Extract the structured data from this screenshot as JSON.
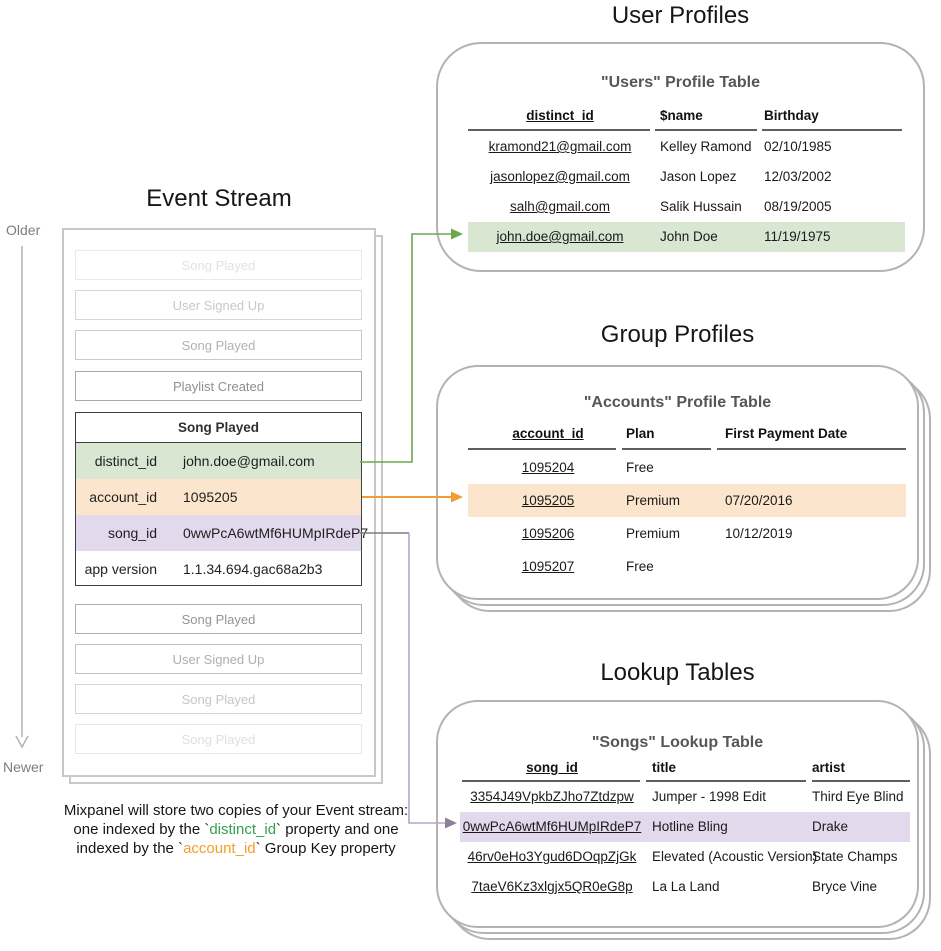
{
  "titles": {
    "event_stream": "Event Stream",
    "user_profiles": "User Profiles",
    "group_profiles": "Group Profiles",
    "lookup_tables": "Lookup Tables"
  },
  "event_stream": {
    "older_label": "Older",
    "newer_label": "Newer",
    "events_before": [
      {
        "label": "Song Played"
      },
      {
        "label": "User Signed Up"
      },
      {
        "label": "Song Played"
      },
      {
        "label": "Playlist Created"
      }
    ],
    "expanded_event": {
      "title": "Song Played",
      "properties": [
        {
          "key": "distinct_id",
          "value": "john.doe@gmail.com"
        },
        {
          "key": "account_id",
          "value": "1095205"
        },
        {
          "key": "song_id",
          "value": "0wwPcA6wtMf6HUMpIRdeP7"
        },
        {
          "key": "app version",
          "value": "1.1.34.694.gac68a2b3"
        }
      ]
    },
    "events_after": [
      {
        "label": "Song Played"
      },
      {
        "label": "User Signed Up"
      },
      {
        "label": "Song Played"
      },
      {
        "label": "Song Played"
      }
    ]
  },
  "users_table": {
    "title": "\"Users\" Profile Table",
    "columns": [
      "distinct_id",
      "$name",
      "Birthday"
    ],
    "rows": [
      {
        "distinct_id": "kramond21@gmail.com",
        "name": "Kelley Ramond",
        "birthday": "02/10/1985"
      },
      {
        "distinct_id": "jasonlopez@gmail.com",
        "name": "Jason Lopez",
        "birthday": "12/03/2002"
      },
      {
        "distinct_id": "salh@gmail.com",
        "name": "Salik Hussain",
        "birthday": "08/19/2005"
      },
      {
        "distinct_id": "john.doe@gmail.com",
        "name": "John Doe",
        "birthday": "11/19/1975"
      }
    ]
  },
  "accounts_table": {
    "title": "\"Accounts\" Profile Table",
    "columns": [
      "account_id",
      "Plan",
      "First Payment Date"
    ],
    "rows": [
      {
        "account_id": "1095204",
        "plan": "Free",
        "first_payment_date": ""
      },
      {
        "account_id": "1095205",
        "plan": "Premium",
        "first_payment_date": "07/20/2016"
      },
      {
        "account_id": "1095206",
        "plan": "Premium",
        "first_payment_date": "10/12/2019"
      },
      {
        "account_id": "1095207",
        "plan": "Free",
        "first_payment_date": ""
      }
    ]
  },
  "songs_table": {
    "title": "\"Songs\" Lookup Table",
    "columns": [
      "song_id",
      "title",
      "artist"
    ],
    "rows": [
      {
        "song_id": "3354J49VpkbZJho7Ztdzpw",
        "title": "Jumper - 1998 Edit",
        "artist": "Third Eye Blind"
      },
      {
        "song_id": "0wwPcA6wtMf6HUMpIRdeP7",
        "title": "Hotline Bling",
        "artist": "Drake"
      },
      {
        "song_id": "46rv0eHo3Ygud6DOqpZjGk",
        "title": "Elevated (Acoustic Version)",
        "artist": "State Champs"
      },
      {
        "song_id": "7taeV6Kz3xlgjx5QR0eG8p",
        "title": "La La Land",
        "artist": "Bryce Vine"
      }
    ]
  },
  "footnote": {
    "line1": "Mixpanel will store two copies of your Event stream:",
    "line2_pre": "one indexed by the `",
    "line2_key": "distinct_id",
    "line2_post": "` property and one",
    "line3_pre": "indexed by the `",
    "line3_key": "account_id",
    "line3_post": "` Group Key property"
  },
  "colors": {
    "distinct_id_highlight": "#d8e6d2",
    "account_id_highlight": "#fce5cd",
    "song_id_highlight": "#e3d9ed",
    "distinct_id_arrow": "#6aa84f",
    "account_id_arrow": "#f09d38",
    "song_id_arrow": "#b7a5ca"
  }
}
